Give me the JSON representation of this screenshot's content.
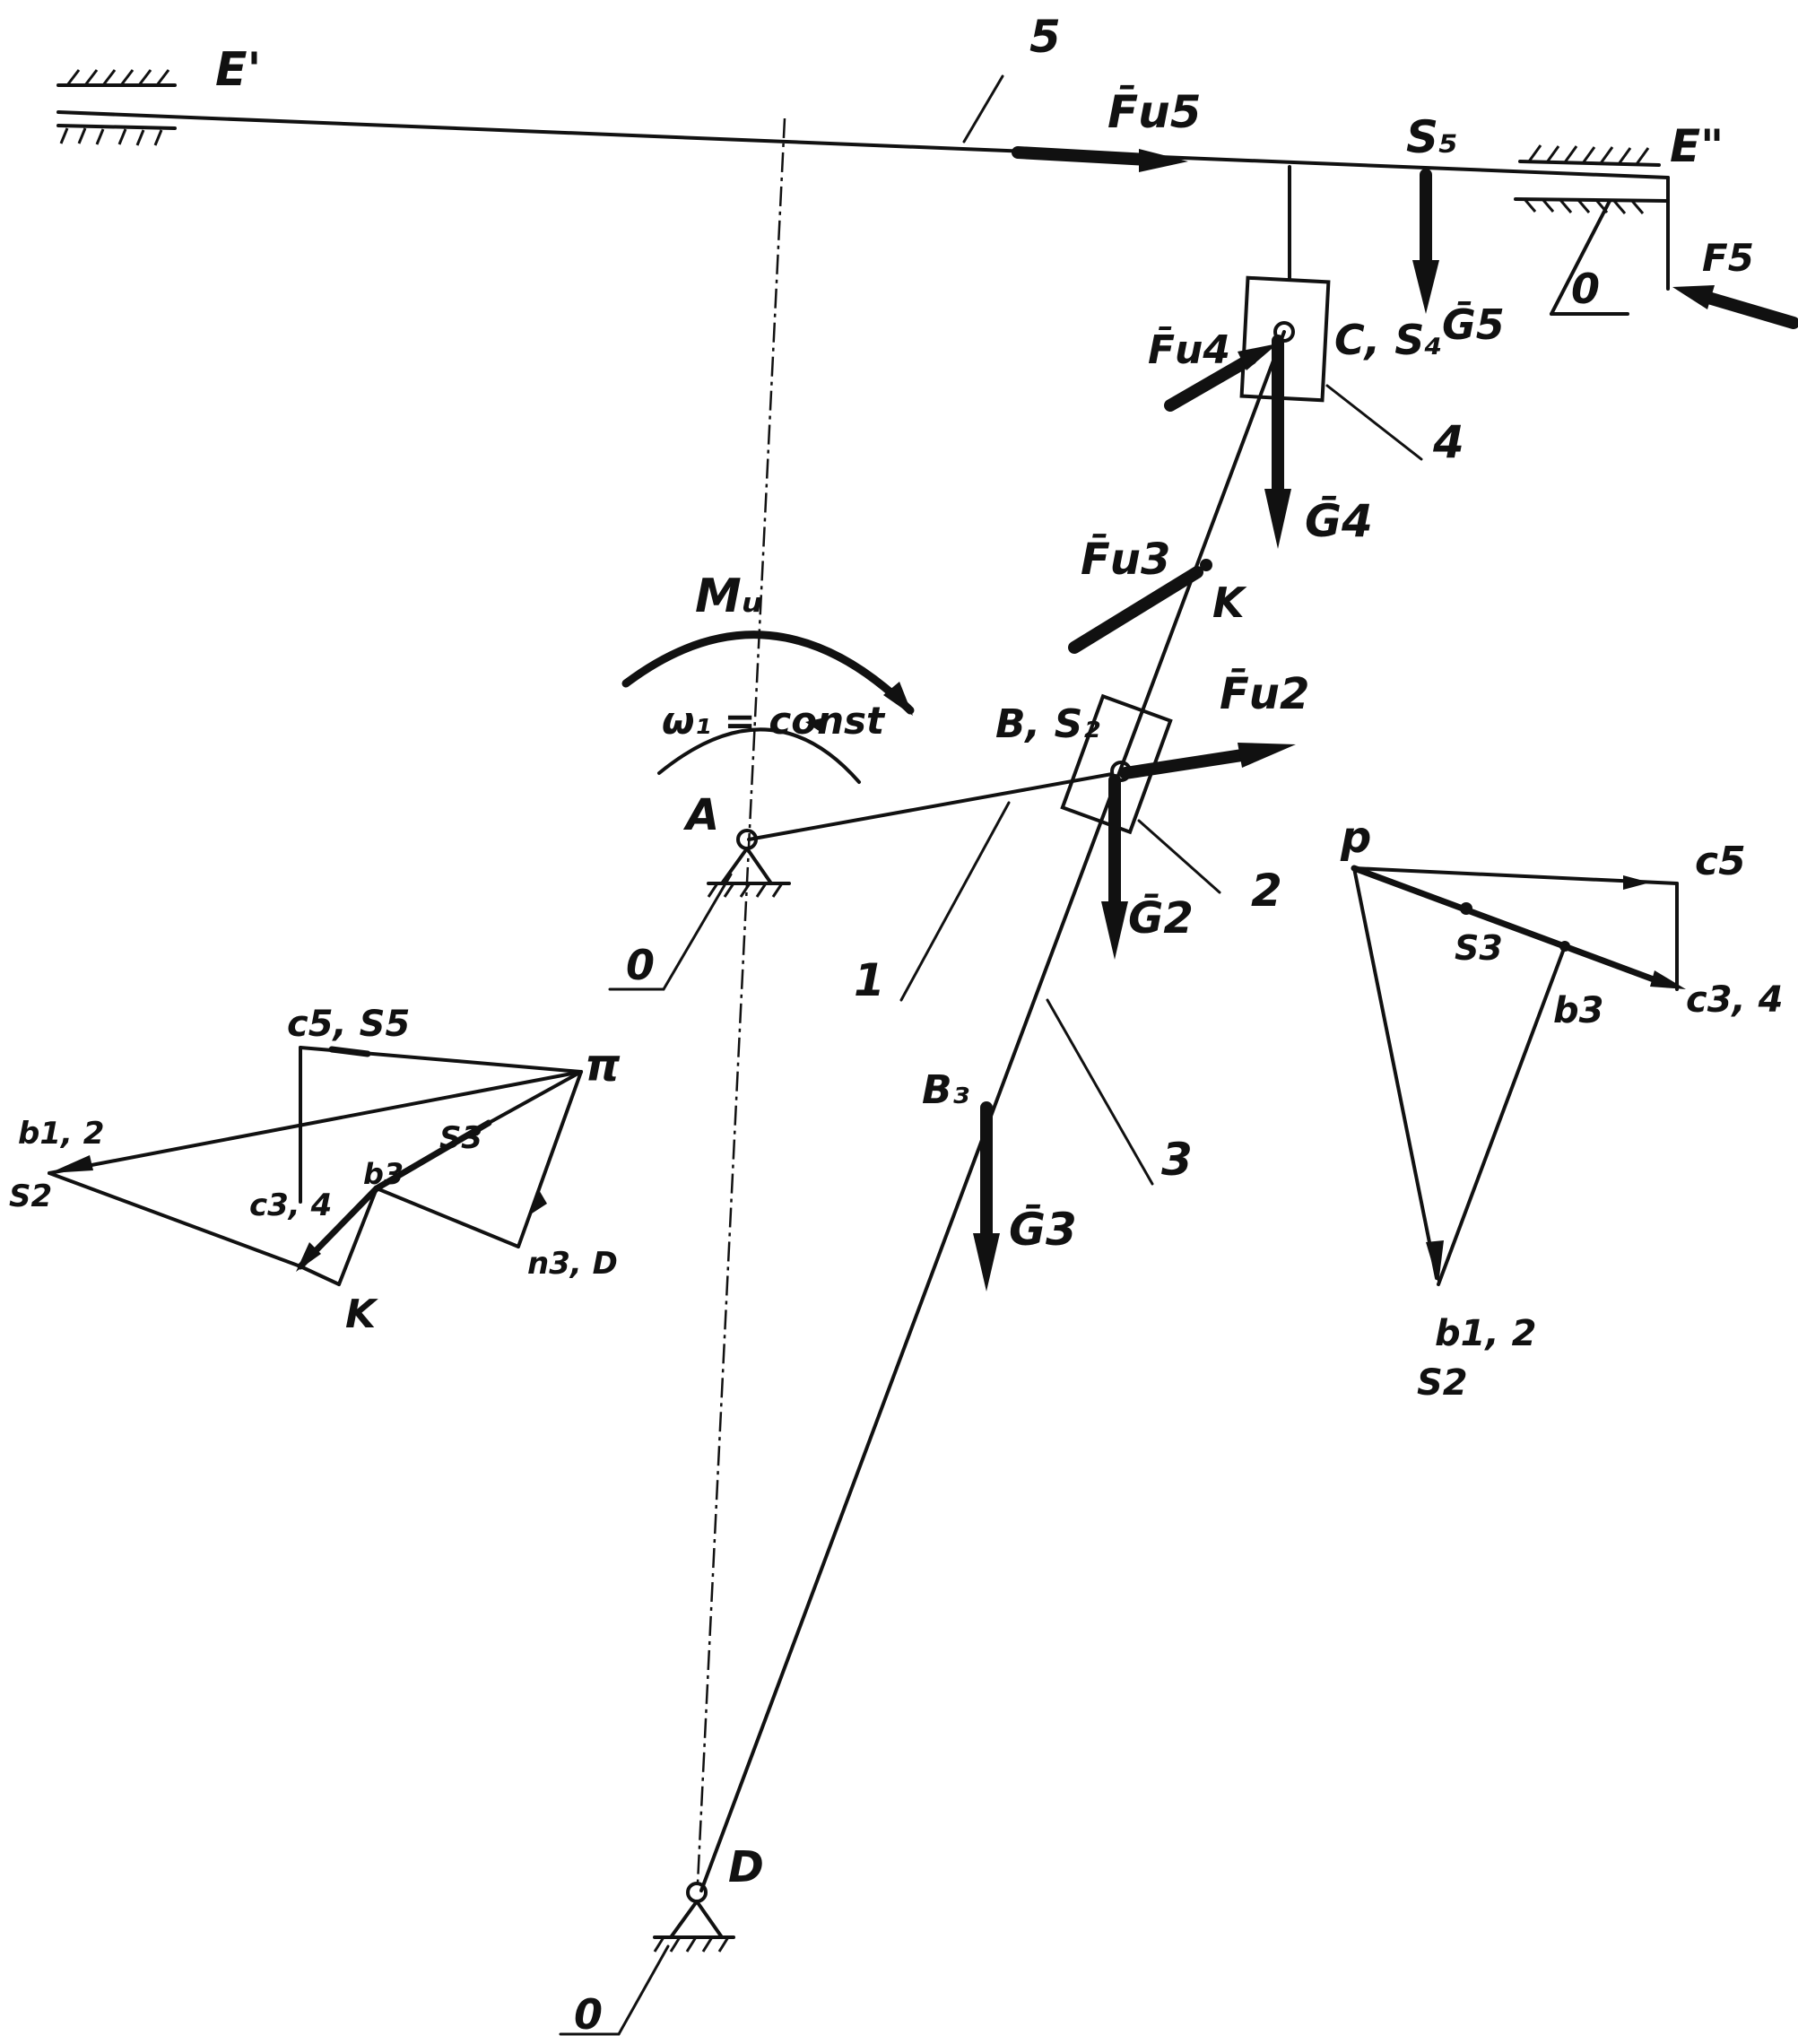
{
  "labels": {
    "guide_left": "E'",
    "guide_right": "E\"",
    "link5_number": "5",
    "link4_number": "4",
    "link3_number": "3",
    "link2_number": "2",
    "link1_number": "1",
    "base_mark_top": "0",
    "base_mark_A": "0",
    "base_mark_D": "0",
    "point_A": "A",
    "point_D": "D",
    "point_K": "K",
    "point_B": "B, S₂",
    "point_B3": "B₃",
    "point_C": "C, S₄",
    "point_S5": "S₅",
    "moment_label": "Mᵤ",
    "omega_label": "ω₁ = const",
    "force_Fu5": "F̄u5",
    "force_Fu4": "F̄u4",
    "force_Fu3": "F̄u3",
    "force_Fu2": "F̄u2",
    "force_F5": "F5",
    "weight_G5": "Ḡ5",
    "weight_G4": "Ḡ4",
    "weight_G3": "Ḡ3",
    "weight_G2": "Ḡ2"
  },
  "velocity_plan": {
    "pole": "p",
    "c5": "c5",
    "c34": "c3, 4",
    "b3": "b3",
    "s3": "S3",
    "b12": "b1, 2",
    "s2": "S2"
  },
  "acceleration_plan": {
    "pole": "π",
    "c5s5": "c5, S5",
    "c34": "c3, 4",
    "b12": "b1, 2",
    "s2": "S2",
    "b3": "b3",
    "s3": "S3",
    "k": "K",
    "n3d": "n3, D"
  }
}
